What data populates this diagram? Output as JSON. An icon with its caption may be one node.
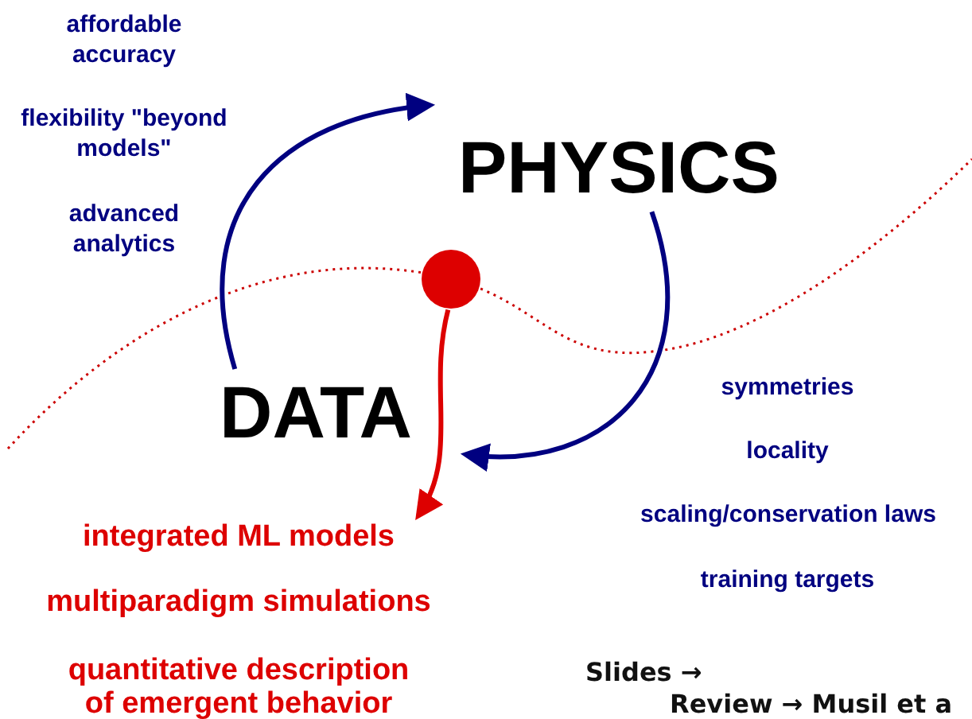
{
  "diagram": {
    "nodes": [
      {
        "text": [
          "DATA"
        ]
      },
      {
        "text": [
          "PHYSICS"
        ]
      },
      {
        "text": [],
        "shape": "circle"
      },
      {
        "text": [
          "integrated ML models",
          "multiparadigm simulations",
          "quantitative description of emergent behavior"
        ]
      }
    ],
    "edges": [
      {
        "from": 0,
        "to": 1,
        "arrow": "to"
      },
      {
        "from": 1,
        "to": 0,
        "arrow": "to"
      },
      {
        "from": 2,
        "to": 3,
        "arrow": "to",
        "color": "#dd0000"
      }
    ],
    "labels": [
      "affordable accuracy",
      "flexibility \"beyond models\"",
      "advanced analytics",
      "symmetries",
      "locality",
      "scaling/conservation laws",
      "training targets",
      "Slides →",
      "Review → Musil et a"
    ]
  }
}
